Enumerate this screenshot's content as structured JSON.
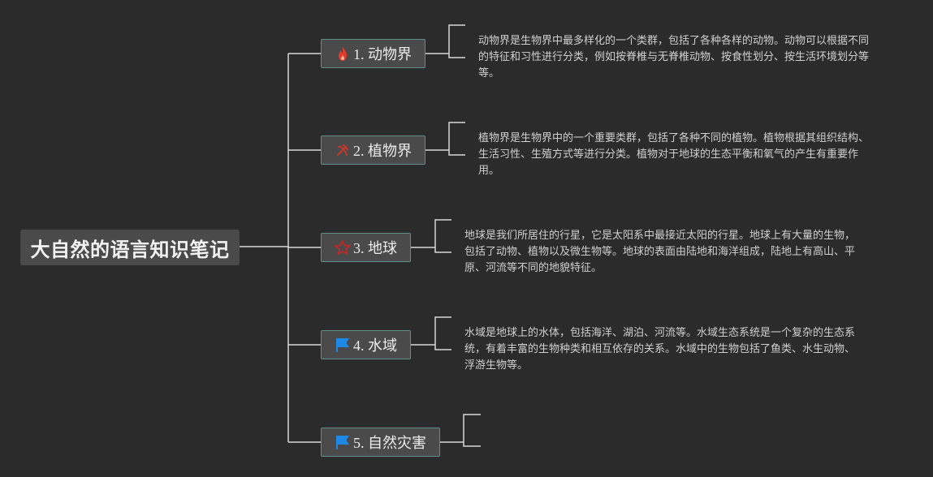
{
  "colors": {
    "background": "#2b2b2b",
    "node_fill": "#4a4a4a",
    "node_border": "#5f8f86",
    "line": "#d8d8d8",
    "text": "#ececec",
    "note_text": "#d0d0d0",
    "fire_icon": "#e23b2e",
    "tools_icon": "#c0392b",
    "star_icon": "#c62828",
    "flag_icon": "#1e88e5"
  },
  "root": {
    "title": "大自然的语言知识笔记"
  },
  "branches": [
    {
      "label": "1. 动物界",
      "icon": "fire-icon",
      "note": "动物界是生物界中最多样化的一个类群，包括了各种各样的动物。动物可以根据不同的特征和习性进行分类，例如按脊椎与无脊椎动物、按食性划分、按生活环境划分等等。"
    },
    {
      "label": "2. 植物界",
      "icon": "tools-icon",
      "note": "植物界是生物界中的一个重要类群，包括了各种不同的植物。植物根据其组织结构、生活习性、生殖方式等进行分类。植物对于地球的生态平衡和氧气的产生有重要作用。"
    },
    {
      "label": "3. 地球",
      "icon": "star-icon",
      "note": "地球是我们所居住的行星，它是太阳系中最接近太阳的行星。地球上有大量的生物，包括了动物、植物以及微生物等。地球的表面由陆地和海洋组成，陆地上有高山、平原、河流等不同的地貌特征。"
    },
    {
      "label": "4. 水域",
      "icon": "flag-icon",
      "note": "水域是地球上的水体，包括海洋、湖泊、河流等。水域生态系统是一个复杂的生态系统，有着丰富的生物种类和相互依存的关系。水域中的生物包括了鱼类、水生动物、浮游生物等。"
    },
    {
      "label": "5. 自然灾害",
      "icon": "flag-icon",
      "note": ""
    }
  ]
}
